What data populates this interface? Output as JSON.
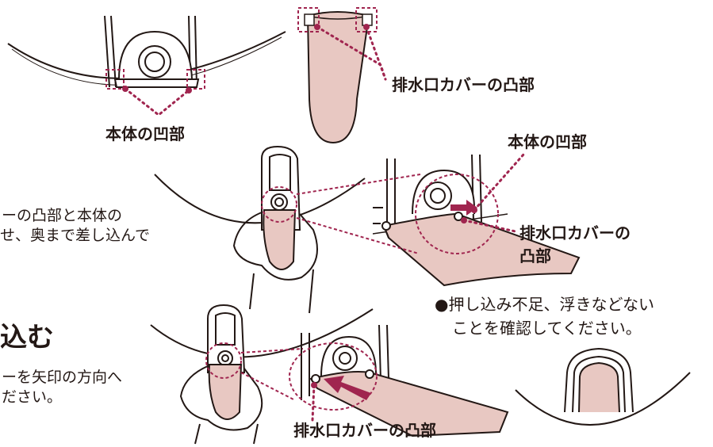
{
  "labels": {
    "body_recess_1": "本体の凹部",
    "cover_protrusion_1": "排水口カバーの凸部",
    "body_recess_2": "本体の凹部",
    "cover_protrusion_2_line1": "排水口カバーの",
    "cover_protrusion_2_line2": "凸部",
    "cover_protrusion_3": "排水口カバーの凸部"
  },
  "instructions": {
    "step_text_line1": "ーの凸部と本体の",
    "step_text_line2": "せ、奥まで差し込んで",
    "heading": "込む",
    "push_text_line1": "ーを矢印の方向へ",
    "push_text_line2": "ださい。",
    "check_line1": "●押し込み不足、浮きなどない",
    "check_line2": "ことを確認してください。"
  },
  "colors": {
    "accent": "#a0254f",
    "cover_fill": "#e8c8c2",
    "line": "#231815"
  }
}
